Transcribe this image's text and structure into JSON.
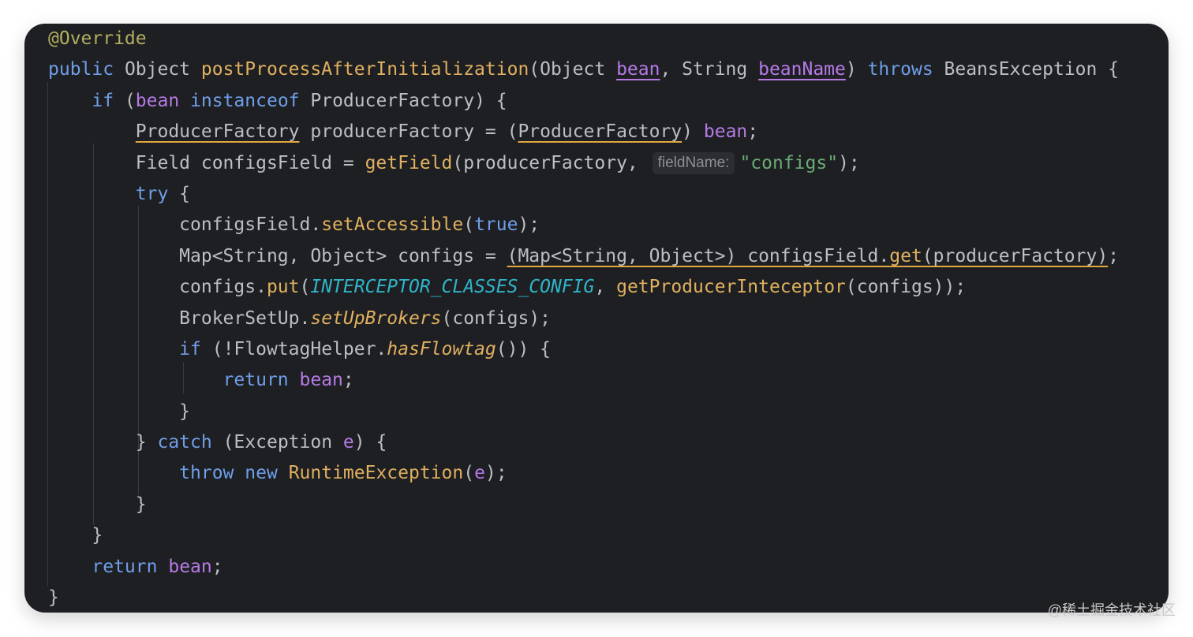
{
  "code_lines": [
    {
      "tokens": [
        {
          "t": "@Override",
          "c": "t-annotation"
        }
      ]
    },
    {
      "tokens": [
        {
          "t": "public",
          "c": "t-keyword"
        },
        {
          "t": " Object ",
          "c": "t-plain"
        },
        {
          "t": "postProcessAfterInitialization",
          "c": "t-method"
        },
        {
          "t": "(Object ",
          "c": "t-plain"
        },
        {
          "t": "bean",
          "c": "t-param ul-param"
        },
        {
          "t": ", String ",
          "c": "t-plain"
        },
        {
          "t": "beanName",
          "c": "t-param ul-param"
        },
        {
          "t": ") ",
          "c": "t-plain"
        },
        {
          "t": "throws",
          "c": "t-keyword"
        },
        {
          "t": " BeansException {",
          "c": "t-plain"
        }
      ]
    },
    {
      "tokens": [
        {
          "t": "    ",
          "c": "t-plain"
        },
        {
          "t": "if",
          "c": "t-keyword"
        },
        {
          "t": " (",
          "c": "t-plain"
        },
        {
          "t": "bean",
          "c": "t-param"
        },
        {
          "t": " ",
          "c": "t-plain"
        },
        {
          "t": "instanceof",
          "c": "t-keyword"
        },
        {
          "t": " ProducerFactory) {",
          "c": "t-plain"
        }
      ]
    },
    {
      "tokens": [
        {
          "t": "        ",
          "c": "t-plain"
        },
        {
          "t": "ProducerFactory",
          "c": "t-plain ul-warn"
        },
        {
          "t": " producerFactory = (",
          "c": "t-plain"
        },
        {
          "t": "ProducerFactory",
          "c": "t-plain ul-warn"
        },
        {
          "t": ") ",
          "c": "t-plain"
        },
        {
          "t": "bean",
          "c": "t-param"
        },
        {
          "t": ";",
          "c": "t-plain"
        }
      ]
    },
    {
      "tokens": [
        {
          "t": "        Field configsField = ",
          "c": "t-plain"
        },
        {
          "t": "getField",
          "c": "t-method"
        },
        {
          "t": "(producerFactory, ",
          "c": "t-plain"
        },
        {
          "t": "fieldName:",
          "c": "hint"
        },
        {
          "t": "\"configs\"",
          "c": "t-string"
        },
        {
          "t": ");",
          "c": "t-plain"
        }
      ]
    },
    {
      "tokens": [
        {
          "t": "        ",
          "c": "t-plain"
        },
        {
          "t": "try",
          "c": "t-keyword"
        },
        {
          "t": " {",
          "c": "t-plain"
        }
      ]
    },
    {
      "tokens": [
        {
          "t": "            configsField.",
          "c": "t-plain"
        },
        {
          "t": "setAccessible",
          "c": "t-method"
        },
        {
          "t": "(",
          "c": "t-plain"
        },
        {
          "t": "true",
          "c": "t-keyword"
        },
        {
          "t": ");",
          "c": "t-plain"
        }
      ]
    },
    {
      "tokens": [
        {
          "t": "            Map<String, Object> configs = ",
          "c": "t-plain"
        },
        {
          "t": "(Map<String, Object>) configsField.",
          "c": "t-plain ul-warn"
        },
        {
          "t": "get",
          "c": "t-method ul-warn"
        },
        {
          "t": "(producerFactory)",
          "c": "t-plain ul-warn"
        },
        {
          "t": ";",
          "c": "t-plain"
        }
      ]
    },
    {
      "tokens": [
        {
          "t": "            configs.",
          "c": "t-plain"
        },
        {
          "t": "put",
          "c": "t-method"
        },
        {
          "t": "(",
          "c": "t-plain"
        },
        {
          "t": "INTERCEPTOR_CLASSES_CONFIG",
          "c": "t-constant"
        },
        {
          "t": ", ",
          "c": "t-plain"
        },
        {
          "t": "getProducerInteceptor",
          "c": "t-method"
        },
        {
          "t": "(configs));",
          "c": "t-plain"
        }
      ]
    },
    {
      "tokens": [
        {
          "t": "            BrokerSetUp.",
          "c": "t-plain"
        },
        {
          "t": "setUpBrokers",
          "c": "t-method-italic"
        },
        {
          "t": "(configs);",
          "c": "t-plain"
        }
      ]
    },
    {
      "tokens": [
        {
          "t": "            ",
          "c": "t-plain"
        },
        {
          "t": "if",
          "c": "t-keyword"
        },
        {
          "t": " (!FlowtagHelper.",
          "c": "t-plain"
        },
        {
          "t": "hasFlowtag",
          "c": "t-method-italic"
        },
        {
          "t": "()) {",
          "c": "t-plain"
        }
      ]
    },
    {
      "tokens": [
        {
          "t": "                ",
          "c": "t-plain"
        },
        {
          "t": "return",
          "c": "t-keyword"
        },
        {
          "t": " ",
          "c": "t-plain"
        },
        {
          "t": "bean",
          "c": "t-param"
        },
        {
          "t": ";",
          "c": "t-plain"
        }
      ]
    },
    {
      "tokens": [
        {
          "t": "            }",
          "c": "t-plain"
        }
      ]
    },
    {
      "tokens": [
        {
          "t": "        } ",
          "c": "t-plain"
        },
        {
          "t": "catch",
          "c": "t-keyword"
        },
        {
          "t": " (Exception ",
          "c": "t-plain"
        },
        {
          "t": "e",
          "c": "t-param"
        },
        {
          "t": ") {",
          "c": "t-plain"
        }
      ]
    },
    {
      "tokens": [
        {
          "t": "            ",
          "c": "t-plain"
        },
        {
          "t": "throw",
          "c": "t-keyword"
        },
        {
          "t": " ",
          "c": "t-plain"
        },
        {
          "t": "new",
          "c": "t-keyword"
        },
        {
          "t": " ",
          "c": "t-plain"
        },
        {
          "t": "RuntimeException",
          "c": "t-method"
        },
        {
          "t": "(",
          "c": "t-plain"
        },
        {
          "t": "e",
          "c": "t-param"
        },
        {
          "t": ");",
          "c": "t-plain"
        }
      ]
    },
    {
      "tokens": [
        {
          "t": "        }",
          "c": "t-plain"
        }
      ]
    },
    {
      "tokens": [
        {
          "t": "    }",
          "c": "t-plain"
        }
      ]
    },
    {
      "tokens": [
        {
          "t": "    ",
          "c": "t-plain"
        },
        {
          "t": "return",
          "c": "t-keyword"
        },
        {
          "t": " ",
          "c": "t-plain"
        },
        {
          "t": "bean",
          "c": "t-param"
        },
        {
          "t": ";",
          "c": "t-plain"
        }
      ]
    },
    {
      "tokens": [
        {
          "t": "}",
          "c": "t-plain"
        }
      ]
    }
  ],
  "watermark": "@稀土掘金技术社区",
  "colors": {
    "background": "#1e1f22",
    "keyword": "#6f9ee8",
    "method": "#e0b060",
    "param": "#b57ae6",
    "string": "#6aab73",
    "constant": "#2fb5c9",
    "annotation": "#b3ae60"
  }
}
